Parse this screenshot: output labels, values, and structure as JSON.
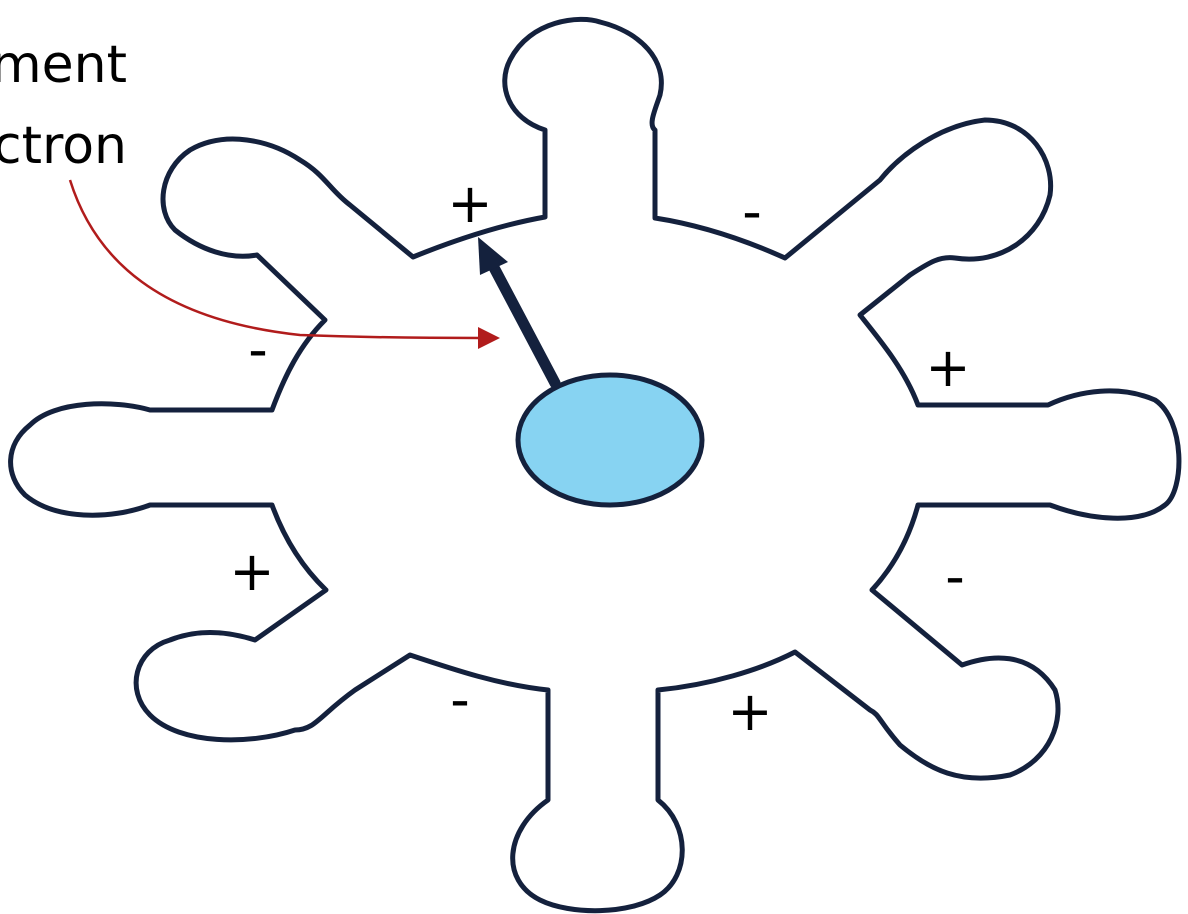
{
  "caption": {
    "line1": "ment",
    "line2": "ctron"
  },
  "charges": [
    {
      "id": "top-left",
      "sign": "+"
    },
    {
      "id": "top-right",
      "sign": "-"
    },
    {
      "id": "right-upper",
      "sign": "+"
    },
    {
      "id": "right-lower",
      "sign": "-"
    },
    {
      "id": "bottom-right",
      "sign": "+"
    },
    {
      "id": "bottom-left",
      "sign": "-"
    },
    {
      "id": "left-lower",
      "sign": "+"
    },
    {
      "id": "left-upper",
      "sign": "-"
    }
  ],
  "colors": {
    "outline": "#14213d",
    "electron_fill": "#87d3f2",
    "displacement_arrow": "#14213d",
    "pointer_arrow": "#b11c1c"
  }
}
